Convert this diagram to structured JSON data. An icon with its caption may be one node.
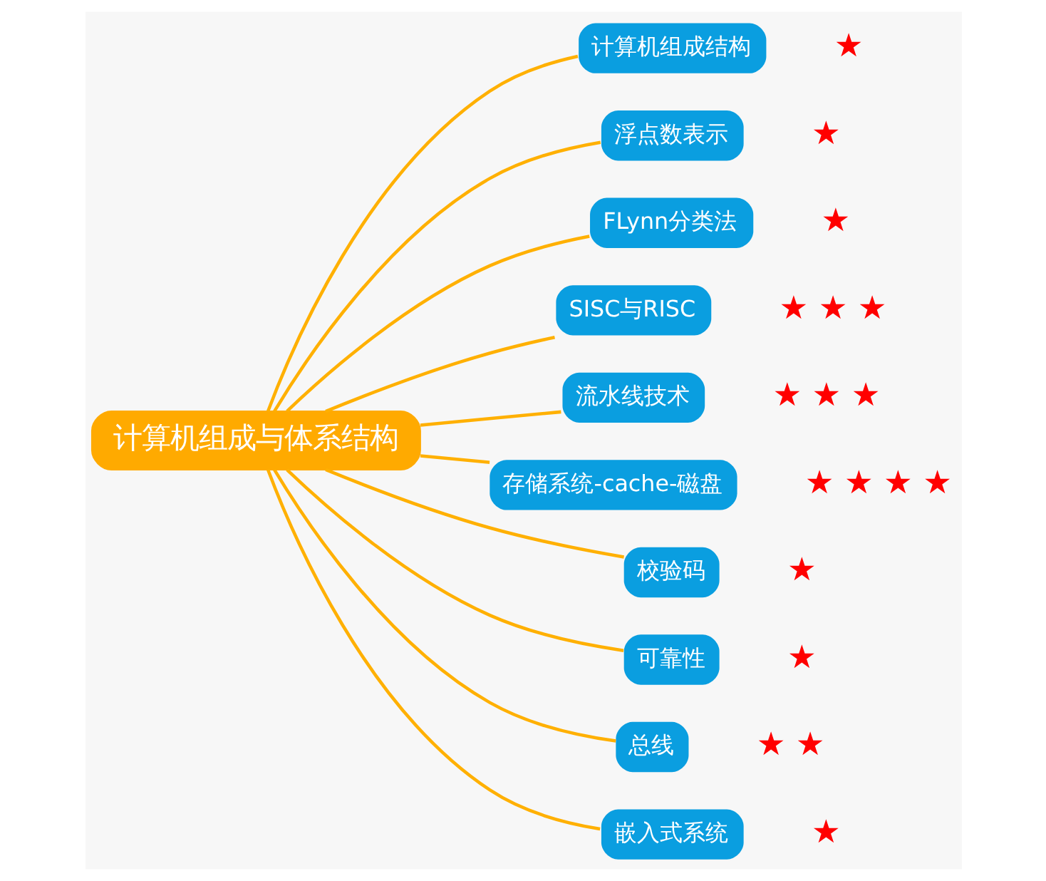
{
  "diagram": {
    "nodes": [
      {
        "text": [
          "计算机组成与体系结构"
        ]
      },
      {
        "text": [
          "计算机组成结构"
        ],
        "beside": [
          "★"
        ]
      },
      {
        "text": [
          "浮点数表示"
        ],
        "beside": [
          "★"
        ]
      },
      {
        "text": [
          "FLynn分类法"
        ],
        "beside": [
          "★"
        ]
      },
      {
        "text": [
          "SISC与RISC"
        ],
        "beside": [
          "★ ★ ★"
        ]
      },
      {
        "text": [
          "流水线技术"
        ],
        "beside": [
          "★ ★ ★"
        ]
      },
      {
        "text": [
          "存储系统-cache-磁盘"
        ],
        "beside": [
          "★ ★ ★ ★"
        ]
      },
      {
        "text": [
          "校验码"
        ],
        "beside": [
          "★"
        ]
      },
      {
        "text": [
          "可靠性"
        ],
        "beside": [
          "★"
        ]
      },
      {
        "text": [
          "总线"
        ],
        "beside": [
          "★ ★"
        ]
      },
      {
        "text": [
          "嵌入式系统"
        ],
        "beside": [
          "★"
        ]
      }
    ],
    "edges": [
      {
        "from": 0,
        "to": 1,
        "arrow": "none"
      },
      {
        "from": 0,
        "to": 2,
        "arrow": "none"
      },
      {
        "from": 0,
        "to": 3,
        "arrow": "none"
      },
      {
        "from": 0,
        "to": 4,
        "arrow": "none"
      },
      {
        "from": 0,
        "to": 5,
        "arrow": "none"
      },
      {
        "from": 0,
        "to": 6,
        "arrow": "none"
      },
      {
        "from": 0,
        "to": 7,
        "arrow": "none"
      },
      {
        "from": 0,
        "to": 8,
        "arrow": "none"
      },
      {
        "from": 0,
        "to": 9,
        "arrow": "none"
      },
      {
        "from": 0,
        "to": 10,
        "arrow": "none"
      }
    ]
  }
}
